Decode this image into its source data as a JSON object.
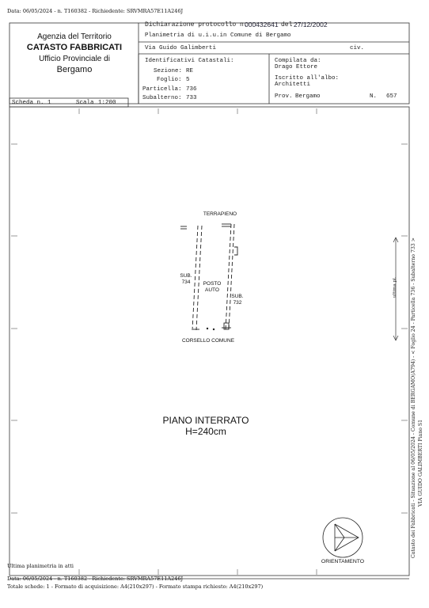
{
  "header_meta": "Data: 06/05/2024 - n. T160382 - Richiedente: SRVMRA57E11A246J",
  "agency": {
    "line1": "Agenzia del Territorio",
    "line2": "CATASTO FABBRICATI",
    "line3": "Ufficio Provinciale di",
    "line4": "Bergamo"
  },
  "declaration": {
    "label": "Dichiarazione protocollo n.",
    "number": "000432641",
    "del_label": "del",
    "date": "27/12/2002"
  },
  "planimetria_label": "Planimetria di u.i.u.in Comune di Bergamo",
  "address": "Via Guido Galimberti",
  "civ_label": "civ.",
  "identificativi": {
    "title": "Identificativi Catastali:",
    "sezione_label": "Sezione:",
    "sezione_value": "RE",
    "foglio_label": "Foglio:",
    "foglio_value": "5",
    "particella_label": "Particella:",
    "particella_value": "736",
    "subalterno_label": "Subalterno:",
    "subalterno_value": "733"
  },
  "compilata": {
    "label": "Compilata da:",
    "name": "Drago Ettore",
    "iscritto_label": "Iscritto all'albo:",
    "albo": "Architetti",
    "prov_label": "Prov.",
    "prov_value": "Bergamo",
    "n_label": "N.",
    "n_value": "657"
  },
  "scheda": {
    "label": "Scheda n.",
    "value": "1",
    "scala_label": "Scala",
    "scala_value": "1:200"
  },
  "floorplan": {
    "terrapieno": "TERRAPIENO",
    "sub_left": "SUB.",
    "sub_left_num": "734",
    "posto": "POSTO",
    "auto": "AUTO",
    "sub_right": "SUB.",
    "sub_right_num": "732",
    "corsello": "CORSELLO COMUNE"
  },
  "piano": {
    "line1": "PIANO INTERRATO",
    "line2": "H=240cm"
  },
  "orientamento": "ORIENTAMENTO",
  "side": {
    "line1": "Catasto dei Fabbricati - Situazione al 06/05/2024 - Comune di BERGAMO(A794) - < Foglio 24 - Particella 736 - Subalterno 733 >",
    "line2": "VIA GUIDO GALIMBERTI Piano S1",
    "stamp": "ultima pl."
  },
  "footer": {
    "ultima": "Ultima planimetria in atti",
    "line1": "Data: 06/05/2024 - n. T160382 - Richiedente: SRVMRA57E11A246J",
    "line2": "Totale schede: 1 - Formato di acquisizione: A4(210x297) - Formato stampa richiesto: A4(210x297)"
  }
}
